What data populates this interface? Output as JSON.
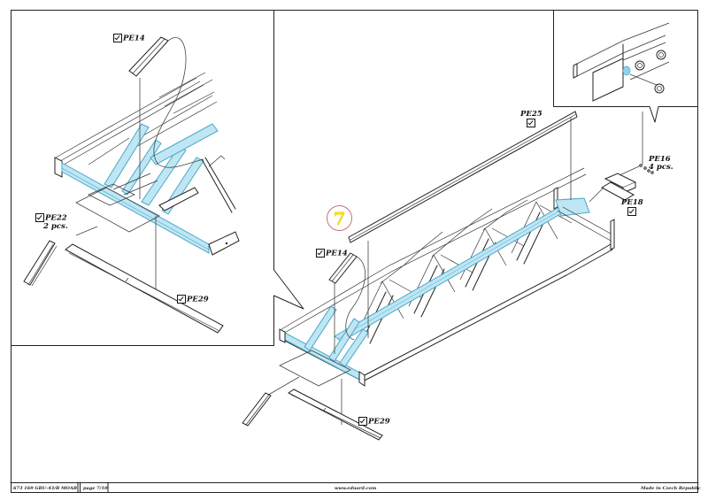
{
  "document": {
    "step_number": "7",
    "highlight_color": "#8fd3ea",
    "step_circle_color": "#c9707a",
    "step_number_color": "#f3e017"
  },
  "labels": {
    "inset_pe14": "PE14",
    "inset_pe22": "PE22",
    "inset_pe22_qty": "2 pcs.",
    "inset_pe29": "PE29",
    "main_pe14": "PE14",
    "main_pe25": "PE25",
    "main_pe16": "PE16",
    "main_pe16_qty": "4 pcs.",
    "main_pe18": "PE18",
    "main_pe29": "PE29"
  },
  "footer": {
    "kit_code": "673 169  GBU-43/B MOAB",
    "page": "page 7/10",
    "website": "www.eduard.com",
    "origin": "Made in Czech Republic"
  }
}
